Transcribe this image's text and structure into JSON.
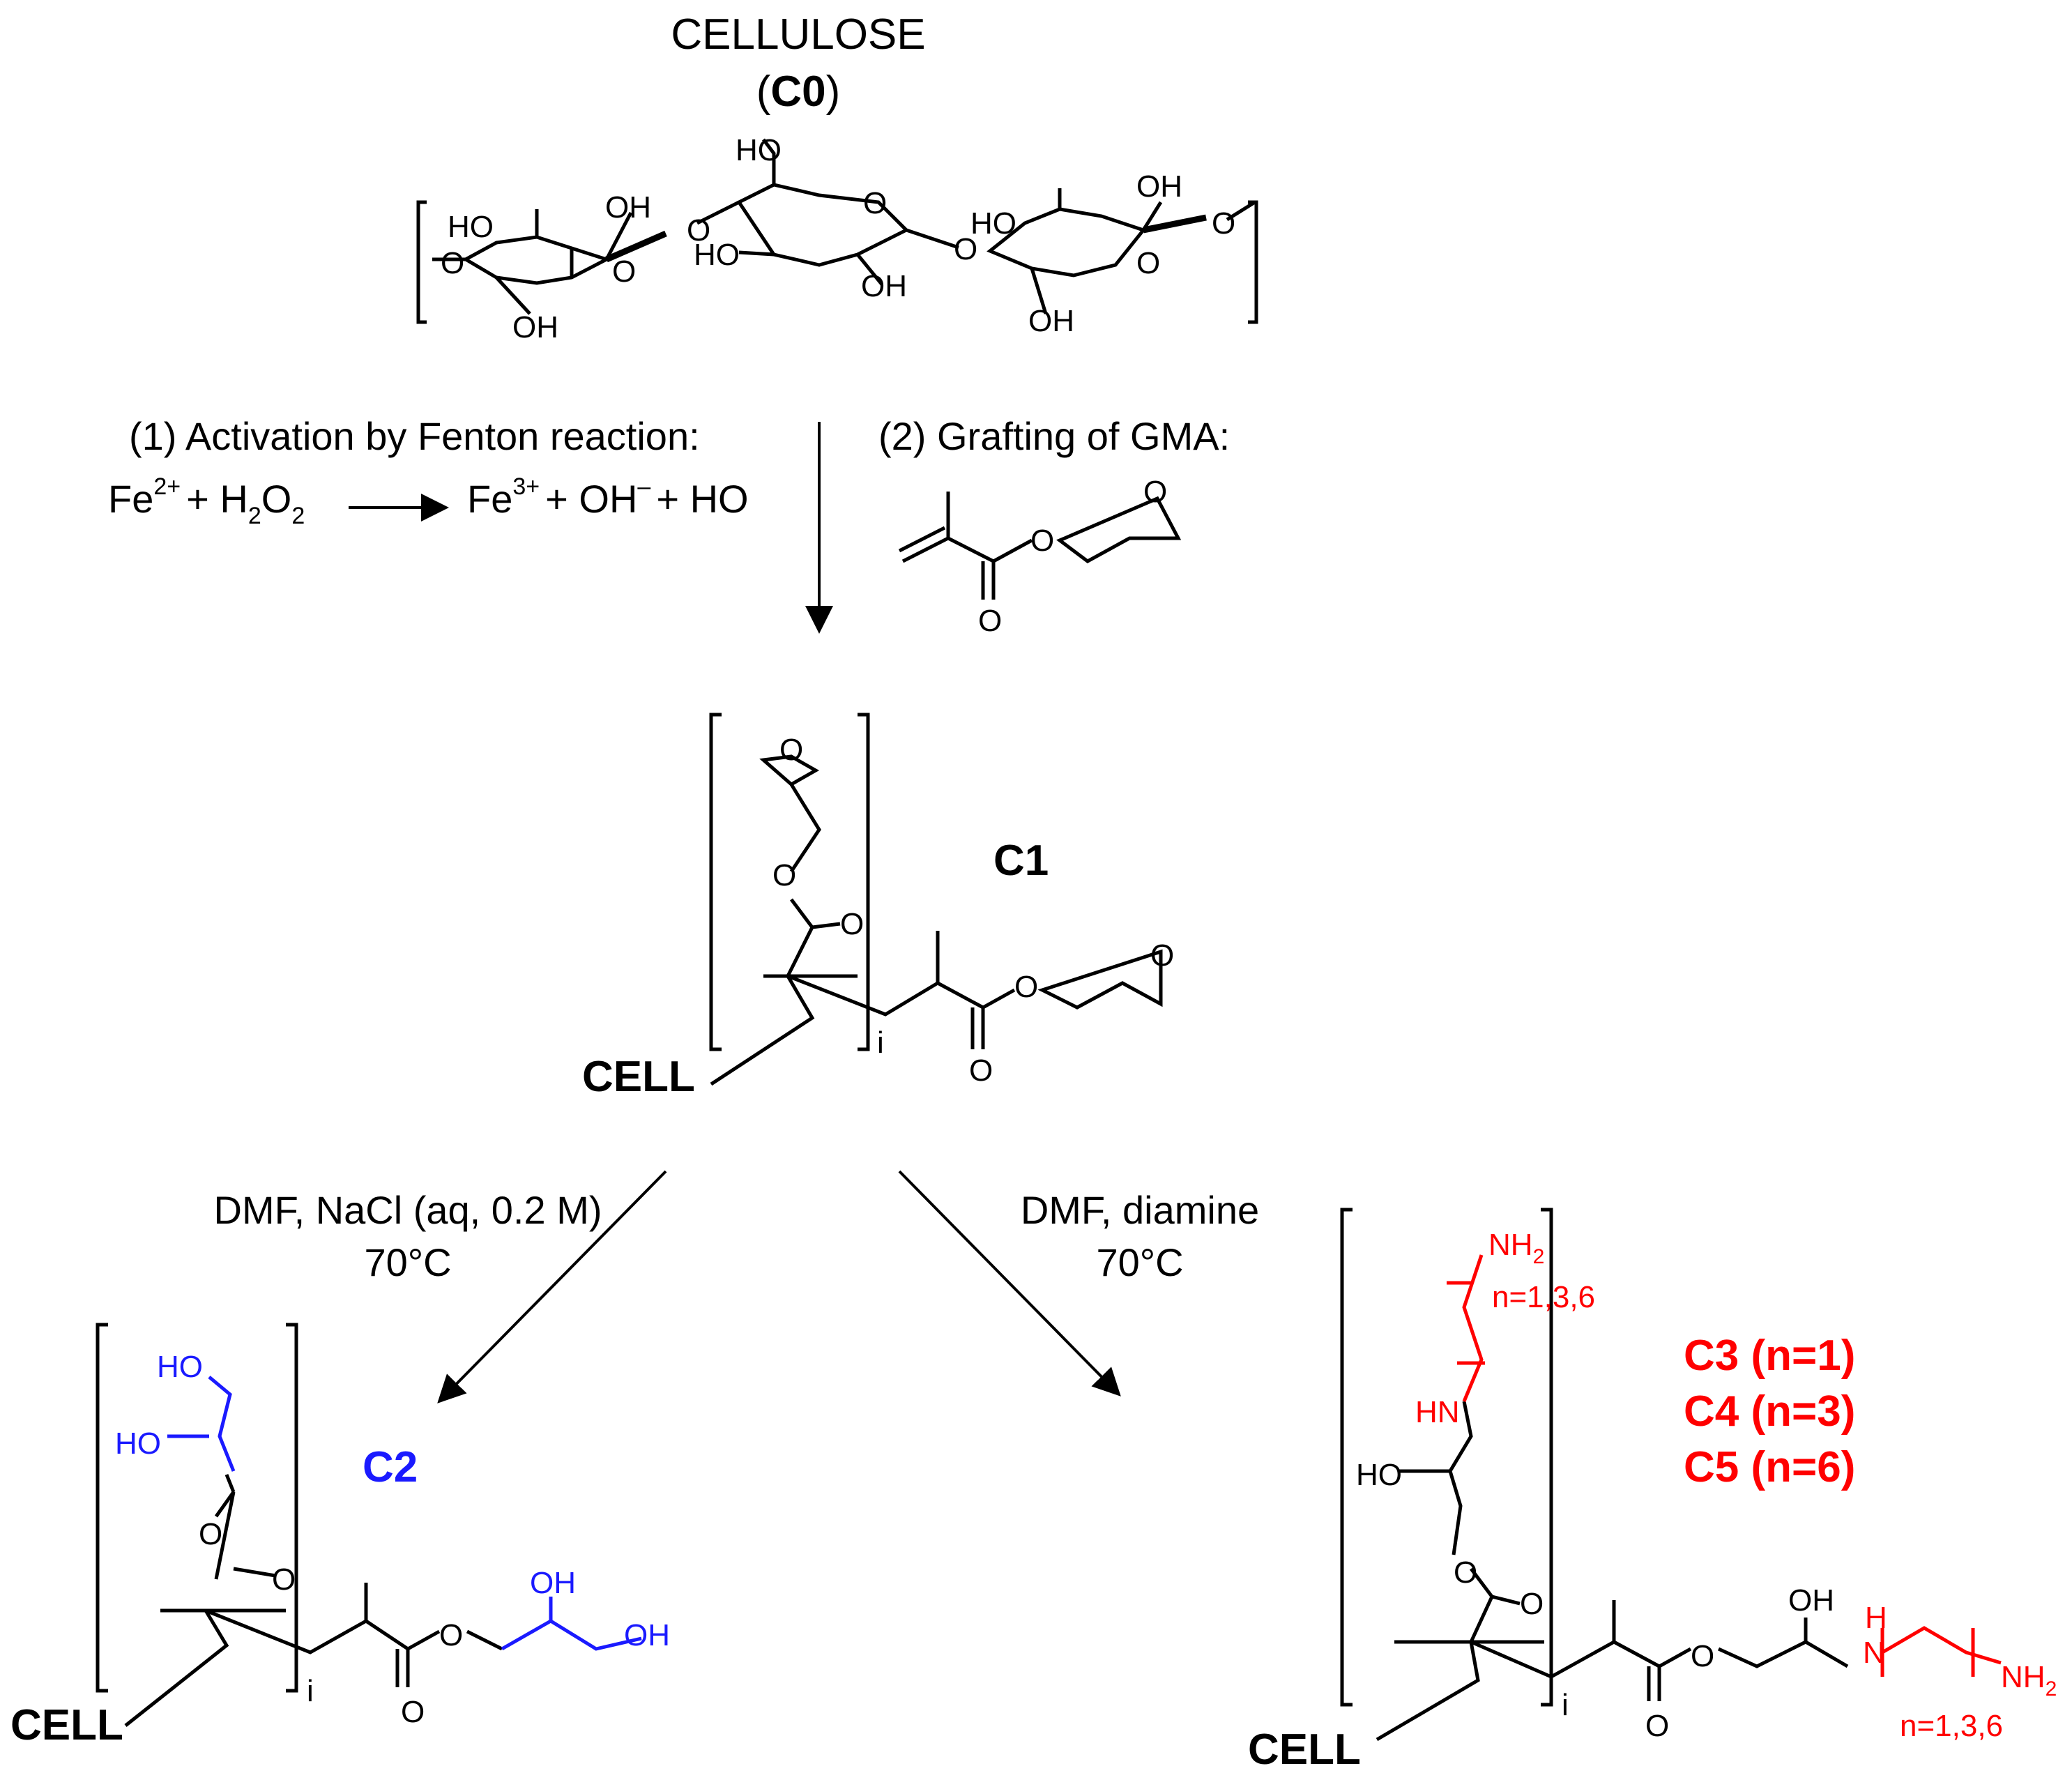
{
  "title": "CELLULOSE",
  "c0_label": "C0",
  "step1_label": "(1) Activation by Fenton reaction:",
  "step1_eq": {
    "fe2": "Fe",
    "fe2_sup": "2+",
    "plus1": "+ H",
    "h2o2_sub1": "2",
    "o": "O",
    "h2o2_sub2": "2",
    "fe3": "Fe",
    "fe3_sup": "3+",
    "oh": "+ OH",
    "oh_sup": "–",
    "ho": "+ HO"
  },
  "step2_label": "(2) Grafting of GMA:",
  "c1_label": "C1",
  "c2_label": "C2",
  "cond_left_1": "DMF, NaCl (aq, 0.2 M)",
  "cond_left_2": "70°C",
  "cond_right_1": "DMF, diamine",
  "cond_right_2": "70°C",
  "cell": "CELL",
  "repeat_index": "i",
  "c3_label": "C3 (n=1)",
  "c4_label": "C4 (n=3)",
  "c5_label": "C5 (n=6)",
  "n_values": "n=1,3,6",
  "atoms": {
    "o": "O",
    "oh": "OH",
    "ho": "HO",
    "hn": "HN",
    "h": "H",
    "n": "N",
    "nh2": "NH",
    "two": "2"
  },
  "colors": {
    "black": "#000000",
    "blue": "#1a1aff",
    "red": "#ff0000"
  }
}
